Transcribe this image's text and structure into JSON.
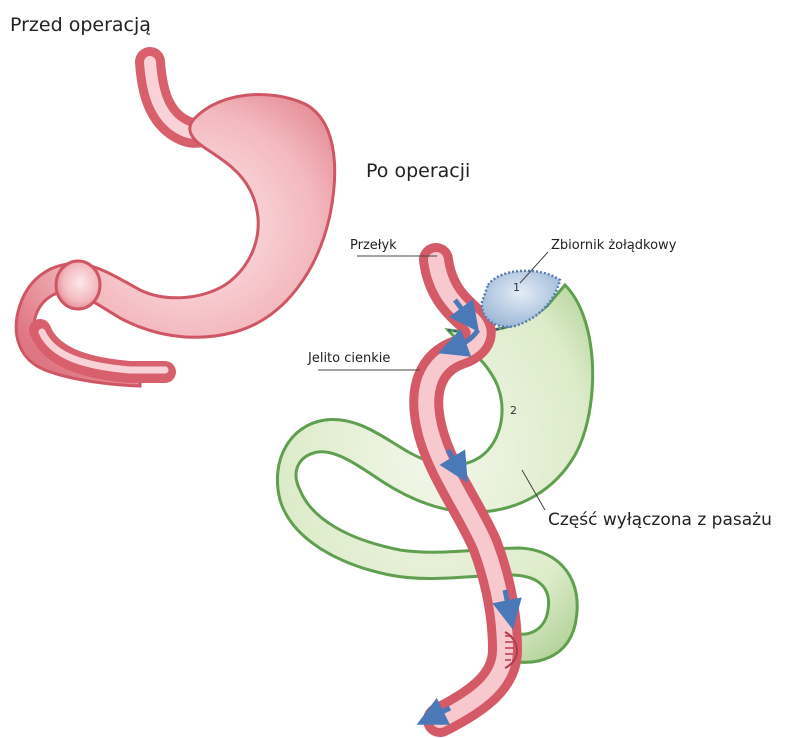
{
  "diagram": {
    "heading_before": "Przed operacją",
    "heading_after": "Po operacji",
    "labels": {
      "esophagus": "Przełyk",
      "gastric_pouch": "Zbiornik żołądkowy",
      "small_intestine": "Jelito cienkie",
      "bypassed_part": "Część wyłączona z pasażu"
    },
    "markers": {
      "pouch_number": "1",
      "remnant_number": "2"
    }
  },
  "colors": {
    "tissue_red": "#e47c86",
    "tissue_light": "#f9d6d8",
    "bypass_green": "#6faa5e",
    "bypass_light": "#e4efd6",
    "pouch_blue": "#a9c2dd",
    "arrow_blue": "#4b79b8"
  },
  "icons": [
    "stomach-before-illustration",
    "bypass-after-illustration",
    "flow-arrow"
  ]
}
